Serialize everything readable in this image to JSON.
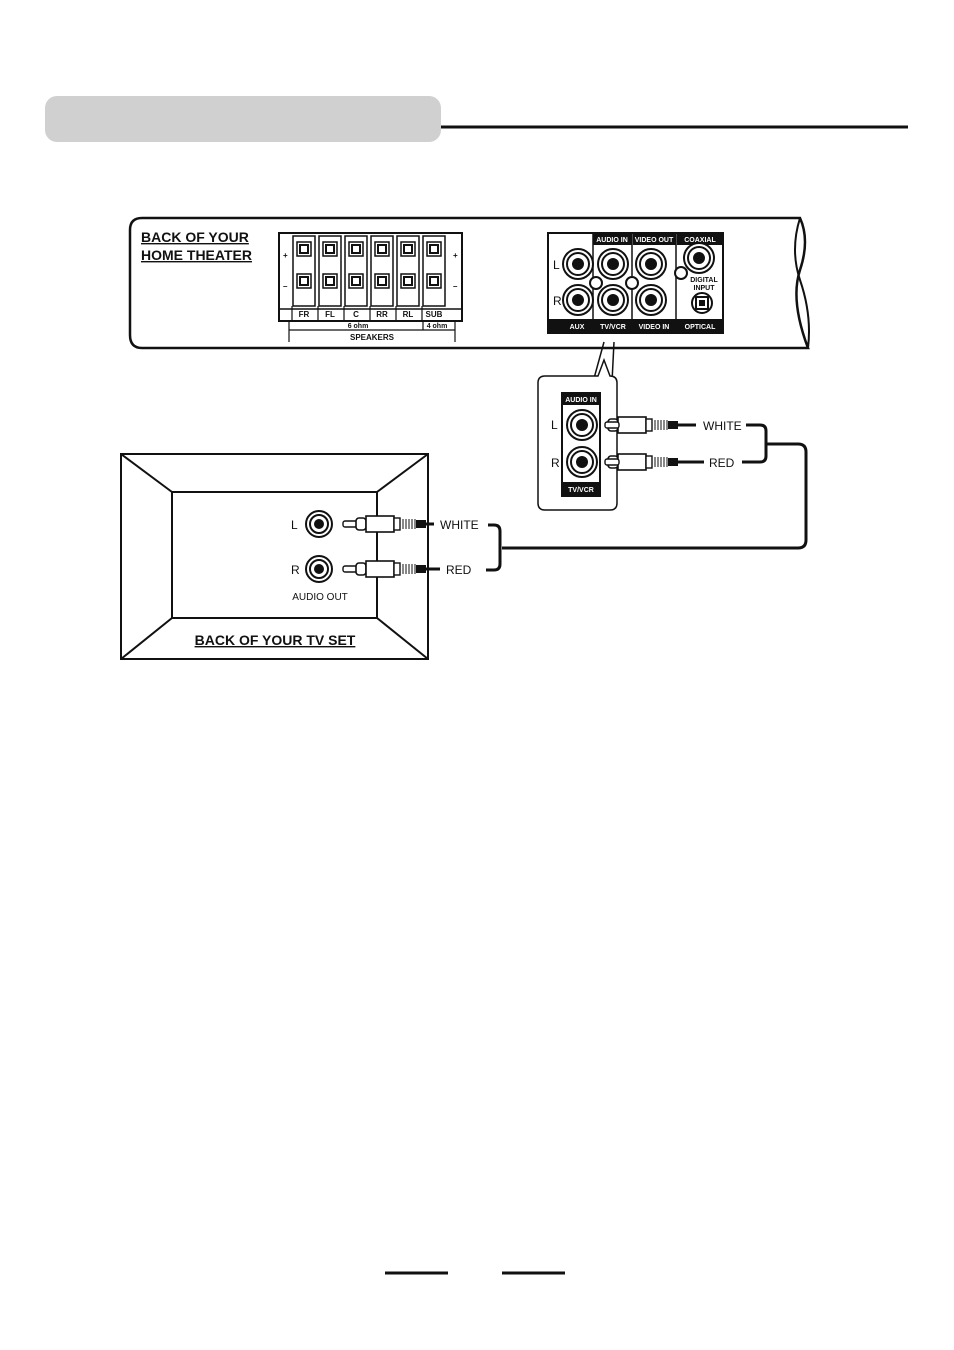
{
  "header": {
    "title": ""
  },
  "home_theater": {
    "title_line1": "BACK OF YOUR",
    "title_line2": "HOME THEATER",
    "speakers": {
      "plus": "+",
      "minus": "–",
      "channels": [
        "FR",
        "FL",
        "C",
        "RR",
        "RL",
        "SUB"
      ],
      "impedance_main": "6 ohm",
      "impedance_sub": "4 ohm",
      "label": "SPEAKERS"
    },
    "jacks": {
      "row_left": "L",
      "row_right": "R",
      "audio_in": "AUDIO IN",
      "video_out": "VIDEO OUT",
      "coaxial": "COAXIAL",
      "digital_input_line1": "DIGITAL",
      "digital_input_line2": "INPUT",
      "aux": "AUX",
      "tv_vcr": "TV/VCR",
      "video_in": "VIDEO IN",
      "optical": "OPTICAL"
    }
  },
  "zoom_inset": {
    "audio_in": "AUDIO IN",
    "tv_vcr": "TV/VCR",
    "row_left": "L",
    "row_right": "R",
    "wire_white": "WHITE",
    "wire_red": "RED"
  },
  "tv_set": {
    "title": "BACK OF YOUR TV SET",
    "row_left": "L",
    "row_right": "R",
    "audio_out": "AUDIO OUT",
    "wire_white": "WHITE",
    "wire_red": "RED"
  },
  "footer": {
    "page_number": ""
  },
  "colors": {
    "ink": "#111111",
    "header_bar": "#d0d0d0",
    "paper": "#ffffff"
  }
}
